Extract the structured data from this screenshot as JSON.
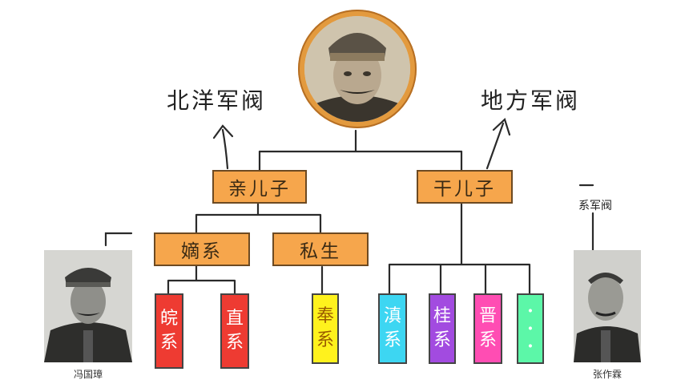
{
  "labels": {
    "beiyang": "北洋军阀",
    "local": "地方军阀",
    "right_fragment": "系军阀"
  },
  "nodes": {
    "qin_erzi": "亲儿子",
    "gan_erzi": "干儿子",
    "dixi": "嫡系",
    "sisheng": "私生"
  },
  "factions": [
    {
      "key": "wan",
      "c1": "皖",
      "c2": "系",
      "color": "#ee3b32",
      "text_color": "#ffffff"
    },
    {
      "key": "zhi",
      "c1": "直",
      "c2": "系",
      "color": "#ee3b32",
      "text_color": "#ffffff"
    },
    {
      "key": "feng",
      "c1": "奉",
      "c2": "系",
      "color": "#fff21d",
      "text_color": "#9a5a00"
    },
    {
      "key": "dian",
      "c1": "滇",
      "c2": "系",
      "color": "#3dd6f2",
      "text_color": "#ffffff"
    },
    {
      "key": "gui",
      "c1": "桂",
      "c2": "系",
      "color": "#a24be0",
      "text_color": "#ffffff"
    },
    {
      "key": "jin",
      "c1": "晋",
      "c2": "系",
      "color": "#ff4db3",
      "text_color": "#ffffff"
    },
    {
      "key": "more",
      "c1": "·",
      "c2": "·",
      "c3": "·",
      "color": "#5cf7a8",
      "text_color": "#ffffff"
    }
  ],
  "captions": {
    "left_person": "冯国璋",
    "right_person": "张作霖"
  },
  "colors": {
    "node_fill": "#f6a64c",
    "portrait_ring": "#e39a3e"
  }
}
